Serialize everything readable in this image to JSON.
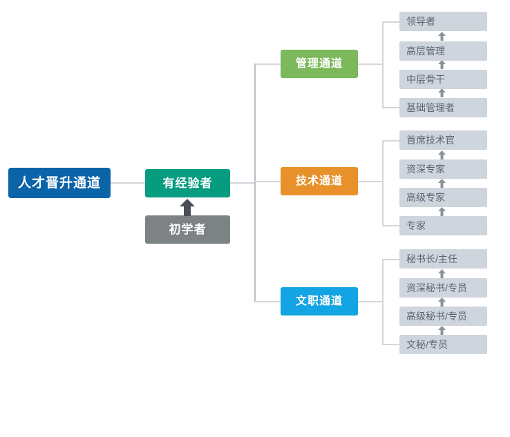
{
  "diagram": {
    "type": "org-career-path-tree",
    "root": {
      "label": "人才晋升通道",
      "color": "#0B63A8"
    },
    "stage_experienced": {
      "label": "有经验者",
      "color": "#079B7F"
    },
    "stage_beginner": {
      "label": "初学者",
      "color": "#7D8285"
    },
    "promotion_arrow": {
      "name": "beginner-to-experienced-arrow",
      "direction": "up"
    },
    "channels": [
      {
        "label": "管理通道",
        "color": "#7CB85C",
        "levels": [
          {
            "label": "领导者"
          },
          {
            "label": "高层管理"
          },
          {
            "label": "中层骨干"
          },
          {
            "label": "基础管理者"
          }
        ]
      },
      {
        "label": "技术通道",
        "color": "#E8912A",
        "levels": [
          {
            "label": "首席技术官"
          },
          {
            "label": "资深专家"
          },
          {
            "label": "高级专家"
          },
          {
            "label": "专家"
          }
        ]
      },
      {
        "label": "文职通道",
        "color": "#12A4E3",
        "levels": [
          {
            "label": "秘书长/主任"
          },
          {
            "label": "资深秘书/专员"
          },
          {
            "label": "高级秘书/专员"
          },
          {
            "label": "文秘/专员"
          }
        ]
      }
    ],
    "level_box_color": "#CFD5DC",
    "level_text_color": "#5A6472",
    "connector_color": "#D3D6DB"
  }
}
